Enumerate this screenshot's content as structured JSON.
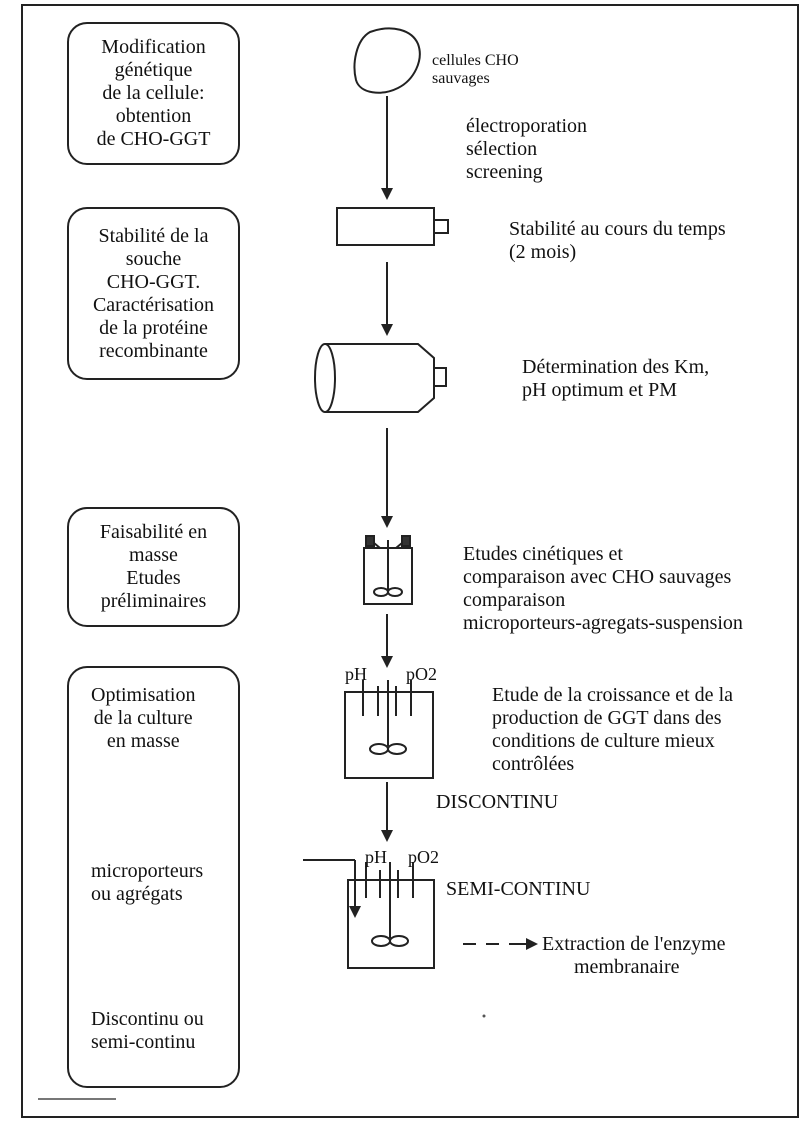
{
  "stages": [
    {
      "lines": [
        "Modification",
        "génétique",
        "de la cellule:",
        "obtention",
        "de CHO-GGT"
      ]
    },
    {
      "lines": [
        "Stabilité de la",
        "souche",
        "CHO-GGT.",
        "Caractérisation",
        "de la protéine",
        "recombinante"
      ]
    },
    {
      "lines": [
        "Faisabilité en",
        "masse",
        "Etudes",
        "préliminaires"
      ]
    },
    {
      "lines": [
        "Optimisation",
        "de la culture",
        "en masse"
      ],
      "mid": [
        "microporteurs",
        "ou agrégats"
      ],
      "bottom": [
        "Discontinu ou",
        "semi-continu"
      ]
    }
  ],
  "notes": {
    "cells": [
      "cellules CHO",
      "sauvages"
    ],
    "step1": [
      "électroporation",
      "sélection",
      "screening"
    ],
    "step2": [
      "Stabilité au cours du temps",
      "(2 mois)"
    ],
    "step3": [
      "Détermination des Km,",
      "pH optimum et PM"
    ],
    "step4": [
      "Etudes cinétiques et",
      "comparaison avec CHO sauvages",
      "comparaison",
      "microporteurs-agregats-suspension"
    ],
    "step5": [
      "Etude de la croissance et de la",
      "production de GGT dans des",
      "conditions de culture mieux",
      "contrôlées"
    ],
    "discontinu": "DISCONTINU",
    "semicontinu": "SEMI-CONTINU",
    "extraction": [
      "Extraction de l'enzyme",
      "membranaire"
    ]
  },
  "probes": {
    "ph": "pH",
    "po2": "pO2"
  }
}
